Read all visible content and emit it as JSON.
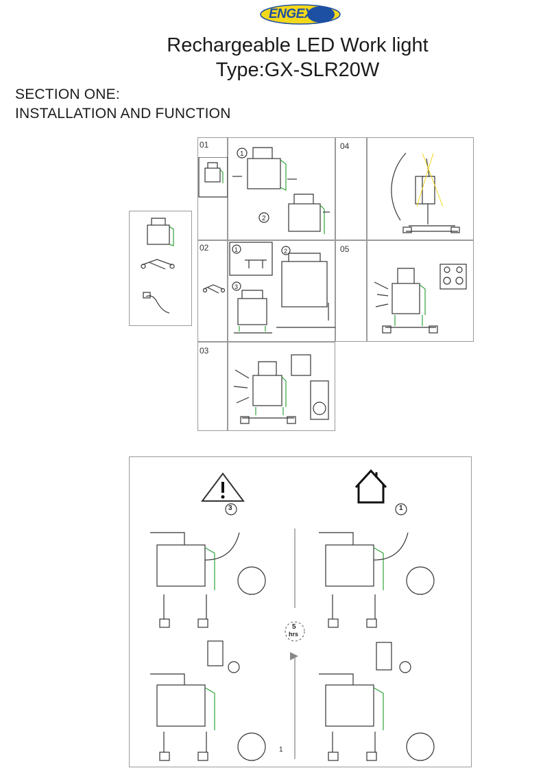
{
  "header": {
    "brand": "ENGEX",
    "title_line1": "Rechargeable LED Work light",
    "title_line2": "Type:GX-SLR20W"
  },
  "section": {
    "line1": "SECTION ONE:",
    "line2": "INSTALLATION AND FUNCTION"
  },
  "panels": {
    "p01": "01",
    "p02": "02",
    "p03": "03",
    "p04": "04",
    "p05": "05"
  },
  "steps": {
    "one": "1",
    "two": "2",
    "three": "3"
  },
  "charging": {
    "hours_value": "5",
    "hours_unit": "hrs",
    "left_step": "3",
    "right_step": "1",
    "callout_one": "1"
  },
  "colors": {
    "accent_yellow": "#f4d81c",
    "logo_blue": "#1d4fa3",
    "green": "#2ea33a",
    "line": "#333333"
  }
}
